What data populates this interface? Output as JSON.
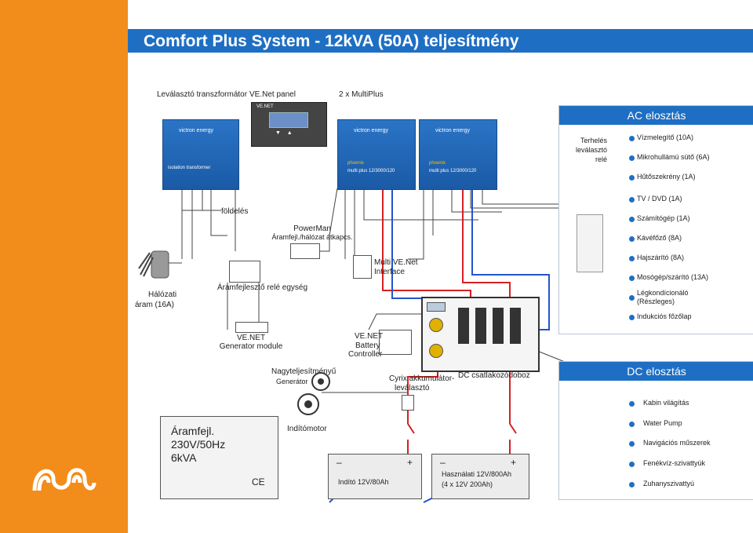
{
  "header": {
    "title": "Comfort Plus System - 12kVA (50A) teljesítmény"
  },
  "labels": {
    "isolation_transformer": "Leválasztó transzformátor",
    "venet_panel": "VE.Net panel",
    "multiplus": "2 x MultiPlus",
    "isolation_transformer_device": "isolation transformer",
    "foldeles": "földelés",
    "powerman": "PowerMan",
    "powerman_sub": "Áramfejl./hálózat átkapcs.",
    "multi_venet": "Multi VE.Net",
    "multi_venet_sub": "Interface",
    "halozati": "Hálózati",
    "aram": "áram (16A)",
    "aramfejleszto_rele": "Áramfejlesztő relé egység",
    "venet_gen": "VE.NET",
    "venet_gen_sub": "Generator module",
    "venet_batt": "VE.NET",
    "venet_batt_sub": "Battery",
    "venet_batt_sub2": "Controller",
    "nagy_gen": "Nagyteljesítményű",
    "nagy_gen_sub": "Generátor",
    "cyrix": "Cyrix akkumulátor-",
    "cyrix_sub": "leválasztó",
    "dc_box": "DC csatlakozódoboz",
    "inditomotor": "Indítómotor",
    "inditoakku": "Indító 12V/80Ah",
    "haszn_akku": "Használati 12V/800Ah",
    "haszn_akku_sub": "(4 x 12V 200Ah)",
    "gen_label_1": "Áramfejl.",
    "gen_label_2": "230V/50Hz",
    "gen_label_3": "6kVA",
    "terheles_1": "Terhelés",
    "terheles_2": "leválasztó",
    "terheles_3": "relé",
    "plus": "+",
    "minus": "–",
    "ce": "CE"
  },
  "devices": {
    "victron_brand": "victron energy",
    "phoenix": "phoenix",
    "multi_model": "multi plus 12/3000/120",
    "venet_small": "VE.NET"
  },
  "ac": {
    "header": "AC elosztás",
    "loads": [
      "Vízmelegítő (10A)",
      "Mikrohullámú sütő (6A)",
      "Hűtőszekrény (1A)",
      "TV / DVD (1A)",
      "Számítógép (1A)",
      "Kávéfőző (8A)",
      "Hajszárító (8A)",
      "Mosógép/szárító (13A)",
      "Légkondícionáló",
      "(Részleges)",
      "Indukciós főzőlap"
    ]
  },
  "dc": {
    "header": "DC elosztás",
    "loads": [
      "Kabin világítás",
      "Water Pump",
      "Navigációs műszerek",
      "Fenékvíz-szivattyúk",
      "Zuhanyszivattyú"
    ]
  },
  "colors": {
    "accent": "#1e6fc4",
    "sidebar": "#f28c1a",
    "wire_red": "#d62020",
    "wire_blue": "#2255cc"
  }
}
